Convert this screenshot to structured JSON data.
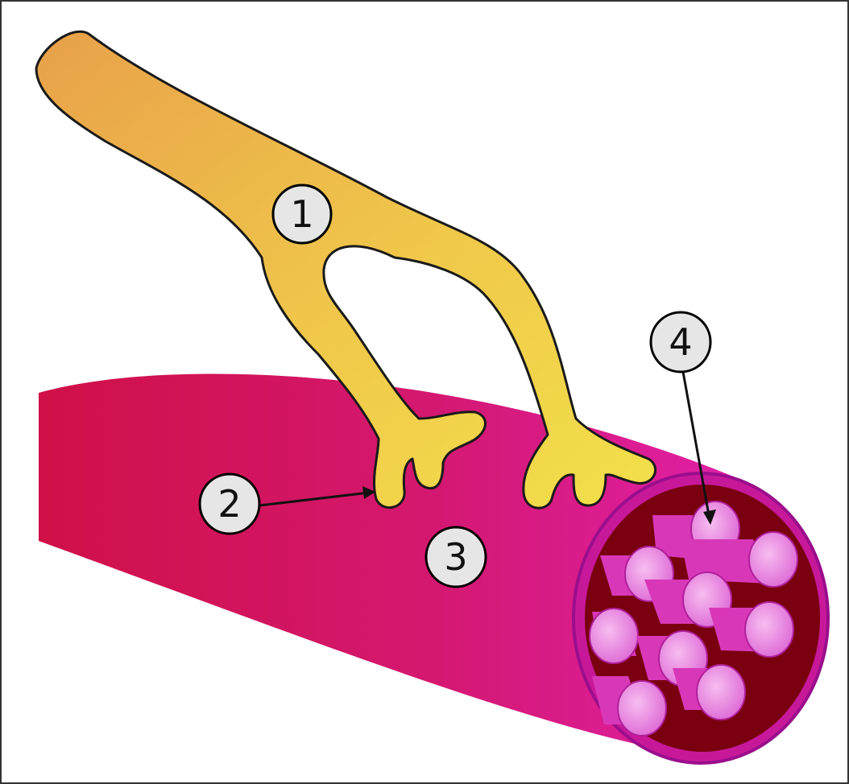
{
  "callouts": [
    {
      "id": "1",
      "label": "1"
    },
    {
      "id": "2",
      "label": "2"
    },
    {
      "id": "3",
      "label": "3"
    },
    {
      "id": "4",
      "label": "4"
    }
  ],
  "colors": {
    "nerve_light": "#f2e04a",
    "nerve_dark": "#e8a14a",
    "muscle_dark": "#d01048",
    "muscle_light": "#e020a8",
    "muscle_end": "#7a0010",
    "fibril": "#e040c0",
    "fibril_cap": "#f29ce6",
    "frame_border": "#333333"
  }
}
